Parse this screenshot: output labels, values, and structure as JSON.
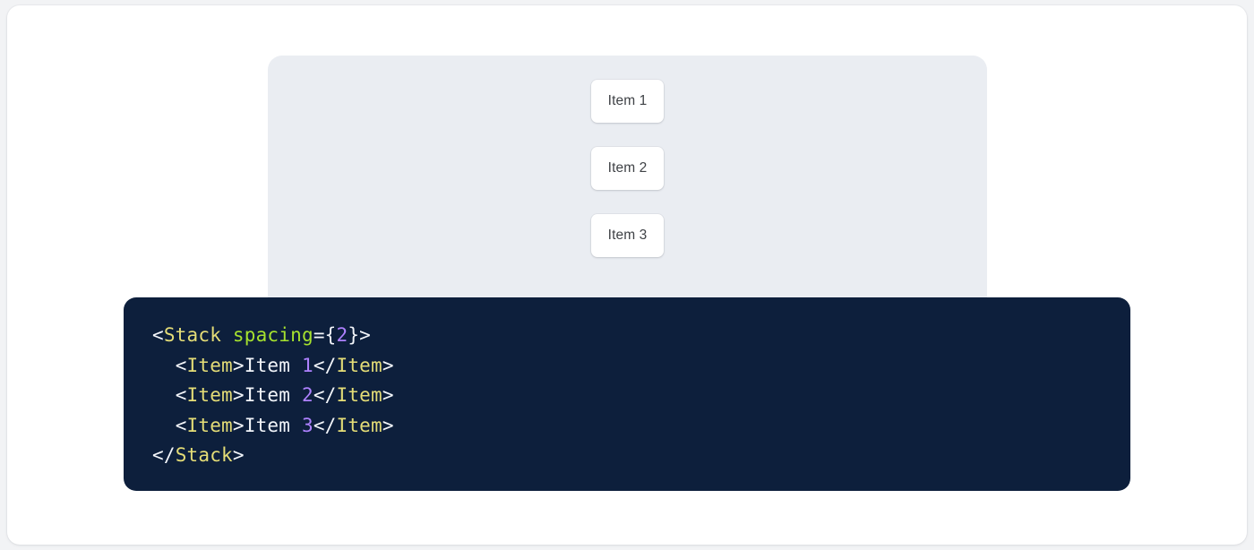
{
  "preview": {
    "name": "stack-preview-panel",
    "background_color": "#eaedf2",
    "items": [
      {
        "label": "Item 1"
      },
      {
        "label": "Item 2"
      },
      {
        "label": "Item 3"
      }
    ]
  },
  "code": {
    "name": "jsx-code-snippet",
    "language": "jsx",
    "background_color": "#0d1f3c",
    "colors": {
      "punctuation": "#f2f5fa",
      "tag": "#e5dd77",
      "attribute": "#a6e22e",
      "number": "#ae81ff",
      "text": "#f2f5fa"
    },
    "lines": [
      {
        "tokens": [
          {
            "t": "punct",
            "v": "<"
          },
          {
            "t": "tag",
            "v": "Stack"
          },
          {
            "t": "punct",
            "v": " "
          },
          {
            "t": "attr",
            "v": "spacing"
          },
          {
            "t": "punct",
            "v": "={"
          },
          {
            "t": "num",
            "v": "2"
          },
          {
            "t": "punct",
            "v": "}>"
          }
        ]
      },
      {
        "tokens": [
          {
            "t": "text",
            "v": "  "
          },
          {
            "t": "punct",
            "v": "<"
          },
          {
            "t": "tag",
            "v": "Item"
          },
          {
            "t": "punct",
            "v": ">"
          },
          {
            "t": "text",
            "v": "Item "
          },
          {
            "t": "num",
            "v": "1"
          },
          {
            "t": "punct",
            "v": "</"
          },
          {
            "t": "tag",
            "v": "Item"
          },
          {
            "t": "punct",
            "v": ">"
          }
        ]
      },
      {
        "tokens": [
          {
            "t": "text",
            "v": "  "
          },
          {
            "t": "punct",
            "v": "<"
          },
          {
            "t": "tag",
            "v": "Item"
          },
          {
            "t": "punct",
            "v": ">"
          },
          {
            "t": "text",
            "v": "Item "
          },
          {
            "t": "num",
            "v": "2"
          },
          {
            "t": "punct",
            "v": "</"
          },
          {
            "t": "tag",
            "v": "Item"
          },
          {
            "t": "punct",
            "v": ">"
          }
        ]
      },
      {
        "tokens": [
          {
            "t": "text",
            "v": "  "
          },
          {
            "t": "punct",
            "v": "<"
          },
          {
            "t": "tag",
            "v": "Item"
          },
          {
            "t": "punct",
            "v": ">"
          },
          {
            "t": "text",
            "v": "Item "
          },
          {
            "t": "num",
            "v": "3"
          },
          {
            "t": "punct",
            "v": "</"
          },
          {
            "t": "tag",
            "v": "Item"
          },
          {
            "t": "punct",
            "v": ">"
          }
        ]
      },
      {
        "tokens": [
          {
            "t": "punct",
            "v": "</"
          },
          {
            "t": "tag",
            "v": "Stack"
          },
          {
            "t": "punct",
            "v": ">"
          }
        ]
      }
    ]
  }
}
